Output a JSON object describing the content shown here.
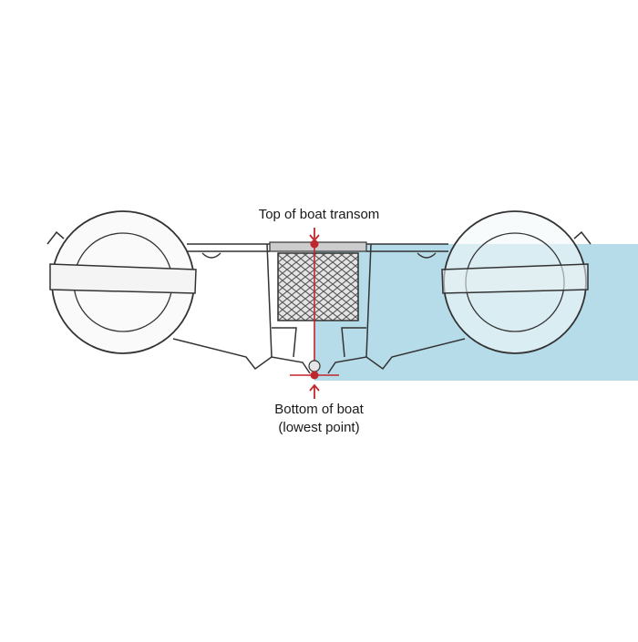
{
  "labels": {
    "top": "Top of  boat transom",
    "bottom_line1": "Bottom of boat",
    "bottom_line2": "(lowest point)"
  },
  "colors": {
    "water": "#b5dce8",
    "hull_stroke": "#333333",
    "marker": "#c0272d",
    "grid_fill": "#d9d9d9",
    "grid_stroke": "#555555"
  },
  "icons": {
    "top_marker": "red-dot-with-down-arrow",
    "bottom_marker": "red-dot-with-up-arrow"
  }
}
